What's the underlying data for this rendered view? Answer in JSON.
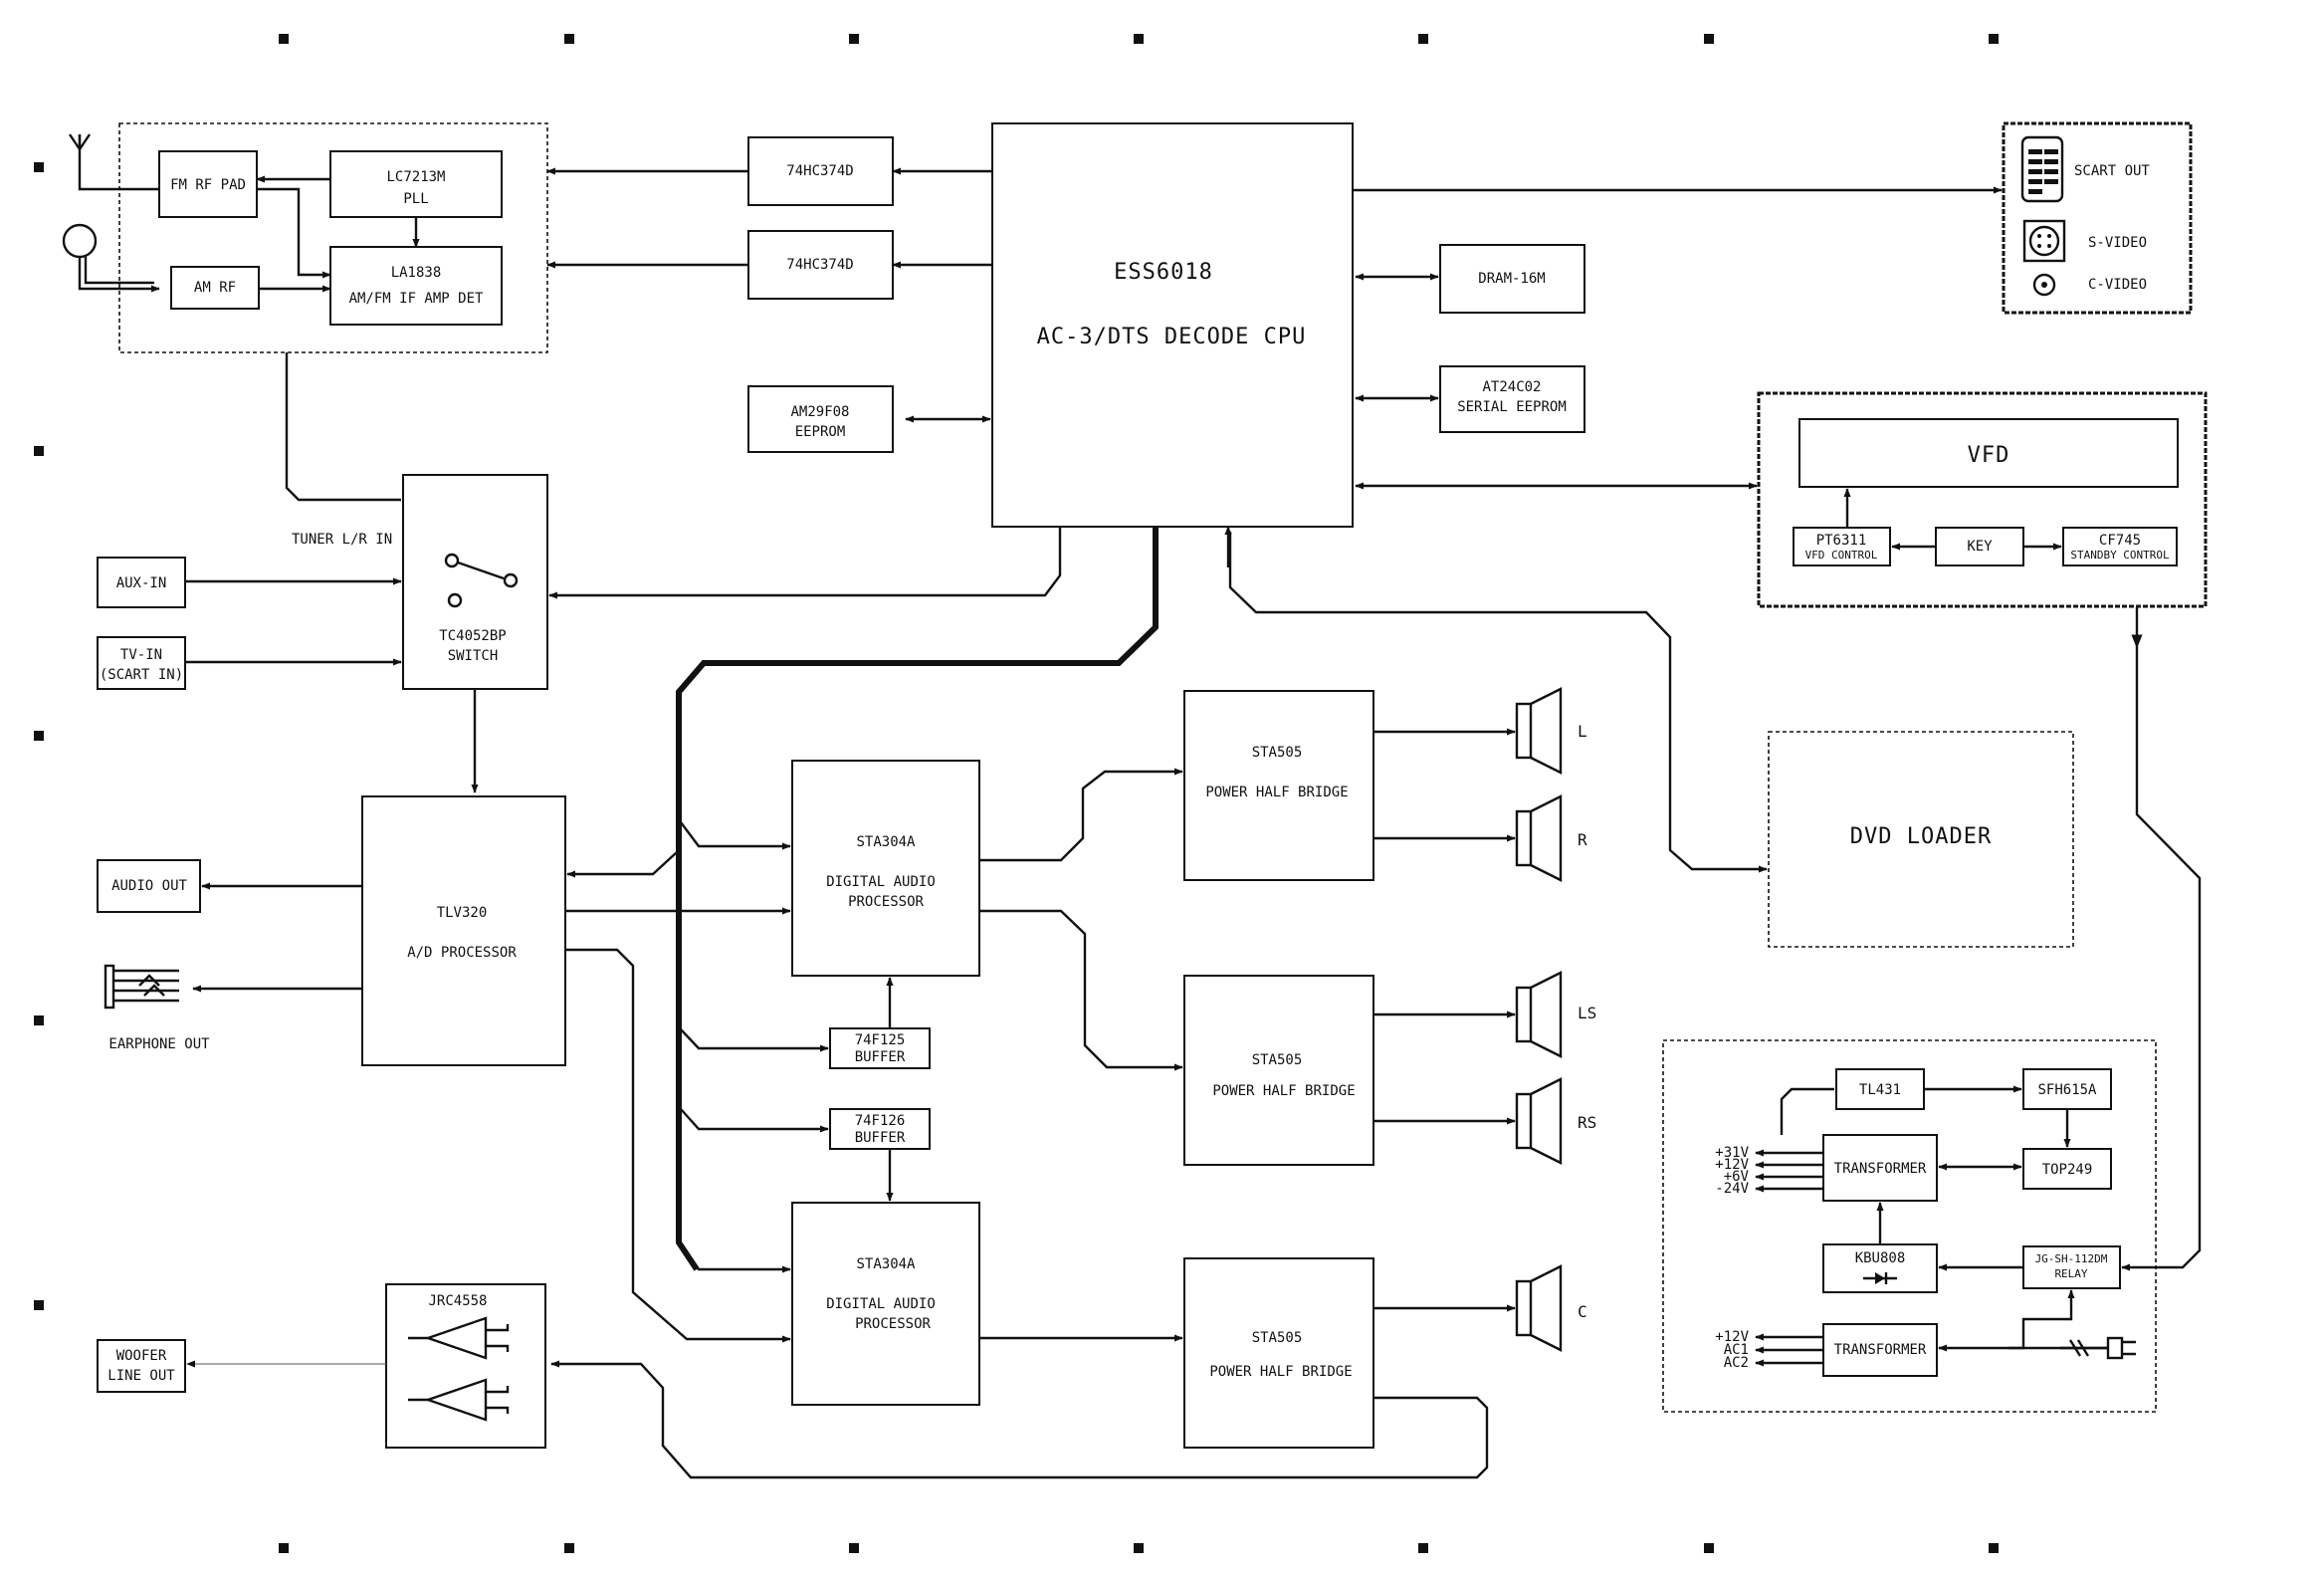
{
  "blocks": {
    "fm_rf_pad": "FM RF PAD",
    "am_rf": "AM RF",
    "lc7213m": [
      "LC7213M",
      "PLL"
    ],
    "la1838": [
      "LA1838",
      "AM/FM IF AMP DET"
    ],
    "latch1": "74HC374D",
    "latch2": "74HC374D",
    "am29f08": [
      "AM29F08",
      "EEPROM"
    ],
    "cpu": [
      "ESS6018",
      "AC-3/DTS DECODE CPU"
    ],
    "dram": "DRAM-16M",
    "at24c02": [
      "AT24C02",
      "SERIAL EEPROM"
    ],
    "scart_out": "SCART OUT",
    "s_video": "S-VIDEO",
    "c_video": "C-VIDEO",
    "vfd": "VFD",
    "pt6311": [
      "PT6311",
      "VFD CONTROL"
    ],
    "key": "KEY",
    "cf745": [
      "CF745",
      "STANDBY CONTROL"
    ],
    "tuner_label": "TUNER L/R IN",
    "aux_in": "AUX-IN",
    "tv_in": [
      "TV-IN",
      "(SCART IN)"
    ],
    "switch": [
      "TC4052BP",
      "SWITCH"
    ],
    "audio_out": "AUDIO OUT",
    "earphone_out": "EARPHONE OUT",
    "tlv320": [
      "TLV320",
      "A/D PROCESSOR"
    ],
    "sta304a_1": [
      "STA304A",
      "DIGITAL AUDIO",
      "PROCESSOR"
    ],
    "sta304a_2": [
      "STA304A",
      "DIGITAL AUDIO",
      "PROCESSOR"
    ],
    "buffer1": [
      "74F125",
      "BUFFER"
    ],
    "buffer2": [
      "74F126",
      "BUFFER"
    ],
    "sta505_1": [
      "STA505",
      "POWER HALF BRIDGE"
    ],
    "sta505_2": [
      "STA505",
      "POWER HALF BRIDGE"
    ],
    "sta505_3": [
      "STA505",
      "POWER HALF BRIDGE"
    ],
    "speakers": [
      "L",
      "R",
      "LS",
      "RS",
      "C"
    ],
    "dvd_loader": "DVD LOADER",
    "woofer": [
      "WOOFER",
      "LINE OUT"
    ],
    "jrc4558": "JRC4558",
    "tl431": "TL431",
    "sfh615a": "SFH615A",
    "transformer1": "TRANSFORMER",
    "top249": "TOP249",
    "kbu808": "KBU808",
    "relay": [
      "JG-SH-112DM",
      "RELAY"
    ],
    "transformer2": "TRANSFORMER",
    "rails1": [
      "+31V",
      "+12V",
      "+6V",
      "-24V"
    ],
    "rails2": [
      "+12V",
      "AC1",
      "AC2"
    ]
  }
}
